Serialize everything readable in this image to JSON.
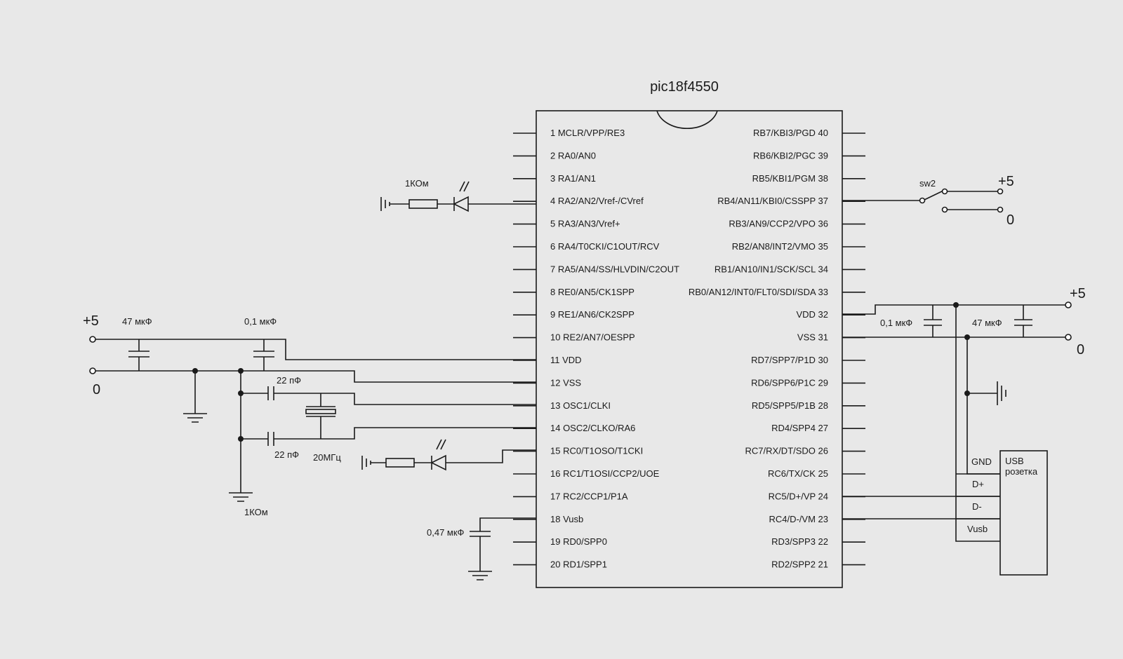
{
  "chip": {
    "title": "pic18f4550",
    "left_pins": [
      "1 MCLR/VPP/RE3",
      "2 RA0/AN0",
      "3 RA1/AN1",
      "4 RA2/AN2/Vref-/CVref",
      "5 RA3/AN3/Vref+",
      "6 RA4/T0CKI/C1OUT/RCV",
      "7 RA5/AN4/SS/HLVDIN/C2OUT",
      "8 RE0/AN5/CK1SPP",
      "9 RE1/AN6/CK2SPP",
      "10 RE2/AN7/OESPP",
      "11 VDD",
      "12 VSS",
      "13 OSC1/CLKI",
      "14 OSC2/CLKO/RA6",
      "15 RC0/T1OSO/T1CKI",
      "16 RC1/T1OSI/CCP2/UOE",
      "17 RC2/CCP1/P1A",
      "18 Vusb",
      "19 RD0/SPP0",
      "20 RD1/SPP1"
    ],
    "right_pins": [
      "RB7/KBI3/PGD 40",
      "RB6/KBI2/PGC 39",
      "RB5/KBI1/PGM 38",
      "RB4/AN11/KBI0/CSSPP 37",
      "RB3/AN9/CCP2/VPO 36",
      "RB2/AN8/INT2/VMO 35",
      "RB1/AN10/IN1/SCK/SCL 34",
      "RB0/AN12/INT0/FLT0/SDI/SDA 33",
      "VDD 32",
      "VSS 31",
      "RD7/SPP7/P1D 30",
      "RD6/SPP6/P1C 29",
      "RD5/SPP5/P1B 28",
      "RD4/SPP4 27",
      "RC7/RX/DT/SDO 26",
      "RC6/TX/CK 25",
      "RC5/D+/VP 24",
      "RC4/D-/VM 23",
      "RD3/SPP3 22",
      "RD2/SPP2 21"
    ]
  },
  "labels": {
    "res_top": "1КОм",
    "res_bottom": "1КОм",
    "plus5_left": "+5",
    "zero_left": "0",
    "cap_47_left": "47 мкФ",
    "cap_01_left": "0,1 мкФ",
    "cap_22_top": "22 пФ",
    "cap_22_bottom": "22 пФ",
    "crystal": "20МГц",
    "cap_047": "0,47 мкФ",
    "sw": "sw2",
    "sw_plus5": "+5",
    "sw_zero": "0",
    "plus5_right": "+5",
    "zero_right": "0",
    "cap_01_right": "0,1 мкФ",
    "cap_47_right": "47 мкФ",
    "usb_title_1": "USB",
    "usb_title_2": "розетка",
    "usb_pins": [
      "GND",
      "D+",
      "D-",
      "Vusb"
    ]
  }
}
